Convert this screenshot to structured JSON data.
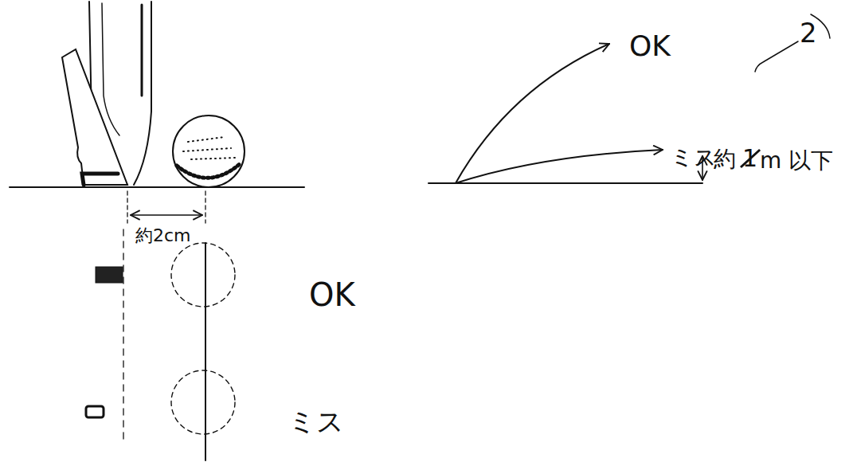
{
  "diagram": {
    "labels": [
      "OK",
      "ミス",
      "2",
      "約",
      "1",
      "m 以下",
      "約2cm",
      "OK",
      "ミス"
    ]
  }
}
